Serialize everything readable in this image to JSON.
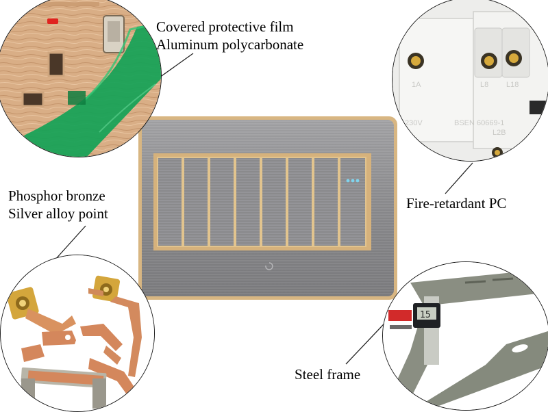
{
  "callouts": {
    "film": {
      "line1": "Covered protective film",
      "line2": "Aluminum polycarbonate"
    },
    "pc": {
      "line1": "Fire-retardant PC"
    },
    "contacts": {
      "line1": "Phosphor bronze",
      "line2": "Silver alloy point"
    },
    "frame": {
      "line1": "Steel frame"
    }
  },
  "terminal_marks": {
    "t1": "1A",
    "t2": "L8",
    "t3": "L18"
  },
  "standard_mark": {
    "left": "230V",
    "right": "BSEN 60669-1",
    "sub": "L2B"
  },
  "caliper_readout": "15",
  "colors": {
    "gold_trim": "#d8b682",
    "brushed_steel": "#8d8d8f",
    "protective_film": "#14a257",
    "copper": "#d4875c",
    "frame_steel": "#8a8e82"
  }
}
